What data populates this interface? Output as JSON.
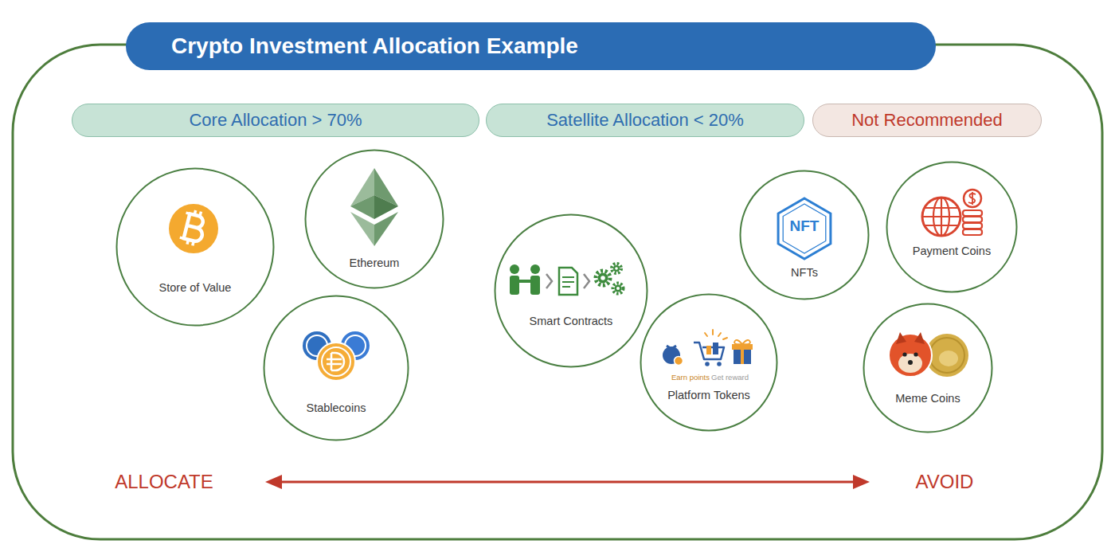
{
  "diagram": {
    "title": "Crypto Investment Allocation Example",
    "nodes": [
      {
        "text": [
          "Core Allocation > 70%"
        ]
      },
      {
        "text": [
          "Satellite Allocation < 20%"
        ]
      },
      {
        "text": [
          "Not Recommended"
        ]
      },
      {
        "text": [
          "Store of Value"
        ]
      },
      {
        "text": [
          "Ethereum"
        ]
      },
      {
        "text": [
          "Stablecoins"
        ]
      },
      {
        "text": [
          "Smart Contracts"
        ]
      },
      {
        "text": [
          "Earn points",
          "Get reward",
          "Platform Tokens"
        ]
      },
      {
        "text": [
          "NFT",
          "NFTs"
        ]
      },
      {
        "text": [
          "Payment Coins"
        ]
      },
      {
        "text": [
          "Meme Coins"
        ]
      }
    ],
    "labels": [
      "ALLOCATE",
      "AVOID"
    ]
  }
}
